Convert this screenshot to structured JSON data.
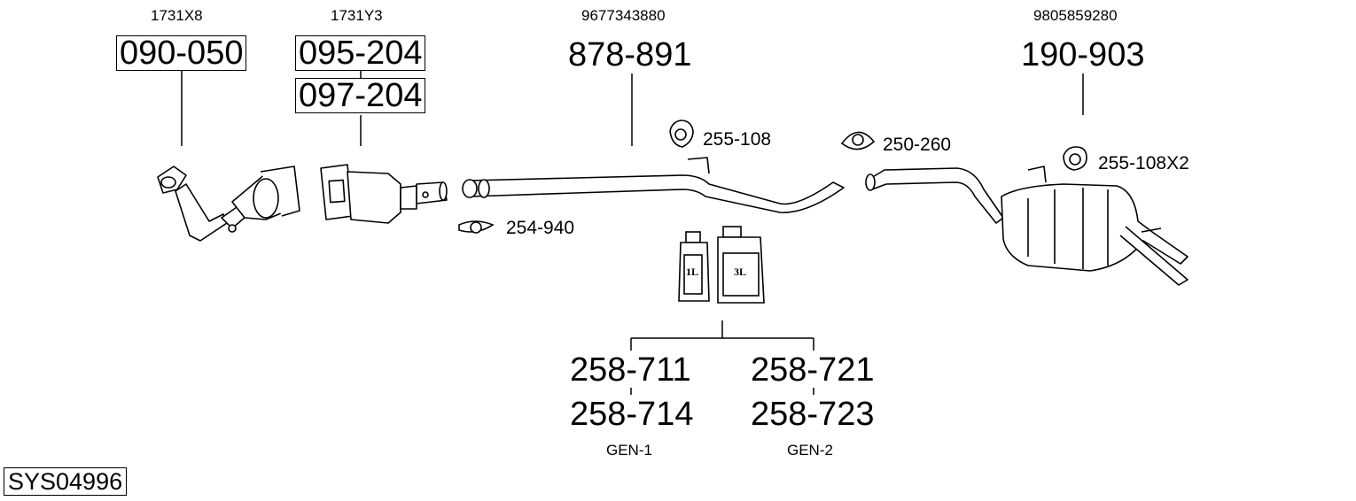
{
  "parts": {
    "downpipe": {
      "oem": "1731X8",
      "code": "090-050"
    },
    "catalyst": {
      "oem": "1731Y3",
      "code": "095-204",
      "alt_code": "097-204"
    },
    "middle_pipe": {
      "oem": "9677343880",
      "code": "878-891"
    },
    "rear_silencer": {
      "oem": "9805859280",
      "code": "190-903"
    }
  },
  "fittings": {
    "hanger_mid": "255-108",
    "clamp_front": "254-940",
    "clamp_rear": "250-260",
    "hanger_rear": "255-108X2"
  },
  "fluids": {
    "small_can": "1L",
    "large_can": "3L",
    "gen1": {
      "top": "258-711",
      "bottom": "258-714",
      "label": "GEN-1"
    },
    "gen2": {
      "top": "258-721",
      "bottom": "258-723",
      "label": "GEN-2"
    }
  },
  "system_id": "SYS04996"
}
